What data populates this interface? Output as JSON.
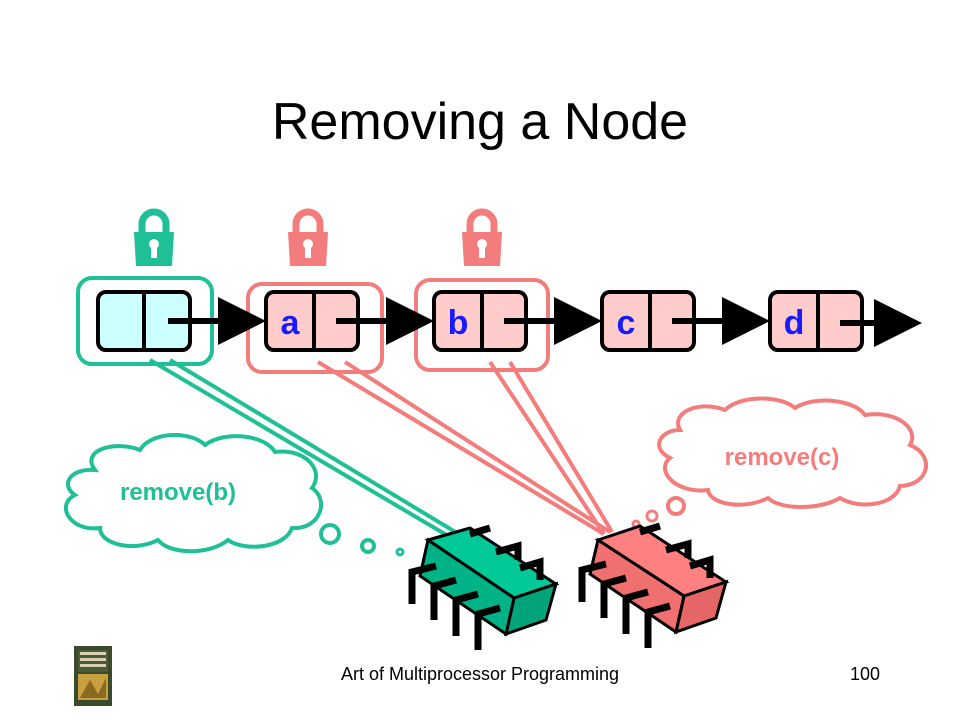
{
  "slide": {
    "title": "Removing a Node",
    "footer": "Art of Multiprocessor Programming",
    "page_number": "100"
  },
  "nodes": [
    {
      "label": ""
    },
    {
      "label": "a"
    },
    {
      "label": "b"
    },
    {
      "label": "c"
    },
    {
      "label": "d"
    }
  ],
  "threads": [
    {
      "thought": "remove(b)"
    },
    {
      "thought": "remove(c)"
    }
  ],
  "colors": {
    "thread_b": "#1fbf97",
    "thread_c": "#f37c7c",
    "sentinel_fill": "#ccffff",
    "node_fill": "#ffcccc",
    "node_label": "#1a1aff",
    "lock_b": "#1fbf97",
    "lock_c": "#f37c7c",
    "chip_b": "#00c896",
    "chip_c": "#ff8080"
  },
  "icons": [
    "lock-icon",
    "lock-icon",
    "lock-icon",
    "cpu-chip-icon",
    "cpu-chip-icon",
    "book-cover-icon"
  ]
}
